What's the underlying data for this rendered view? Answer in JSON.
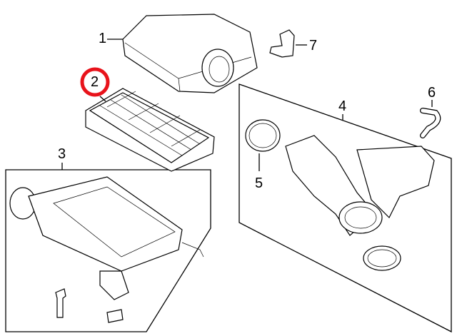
{
  "diagram": {
    "callouts": [
      {
        "id": "1",
        "part": "air-cleaner-cover"
      },
      {
        "id": "2",
        "part": "air-filter-element",
        "highlighted": true
      },
      {
        "id": "3",
        "part": "air-cleaner-body"
      },
      {
        "id": "4",
        "part": "intake-hose-assembly"
      },
      {
        "id": "5",
        "part": "hose-clamp"
      },
      {
        "id": "6",
        "part": "vacuum-hose"
      },
      {
        "id": "7",
        "part": "mounting-bracket"
      }
    ],
    "highlight_color": "#e8131b"
  }
}
